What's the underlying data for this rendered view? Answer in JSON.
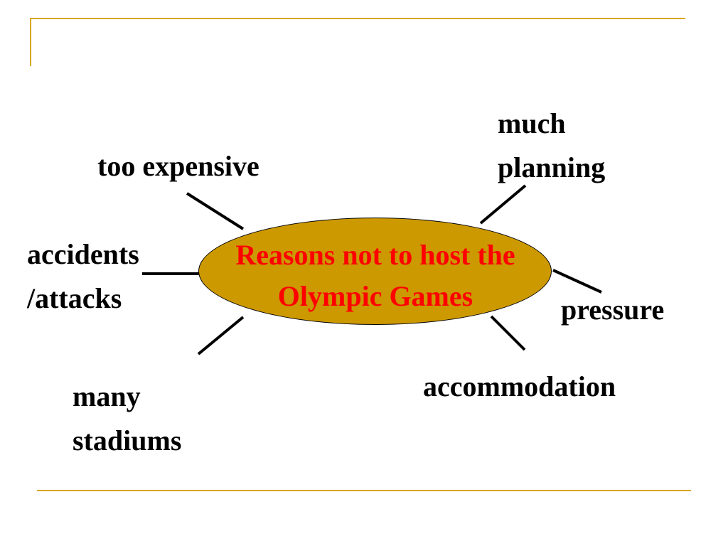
{
  "diagram": {
    "center": {
      "text": "Reasons not to host the\nOlympic Games"
    },
    "reasons": [
      {
        "id": "expensive",
        "text": "too expensive"
      },
      {
        "id": "planning",
        "text": "much\nplanning"
      },
      {
        "id": "accidents",
        "text": "accidents\n/attacks"
      },
      {
        "id": "pressure",
        "text": "pressure"
      },
      {
        "id": "accommodation",
        "text": "accommodation"
      },
      {
        "id": "stadiums",
        "text": "many\nstadiums"
      }
    ]
  },
  "colors": {
    "accent_rule": "#d9a521",
    "ellipse_fill": "#cc9900",
    "center_text": "#ff0000",
    "reason_text": "#000000"
  }
}
